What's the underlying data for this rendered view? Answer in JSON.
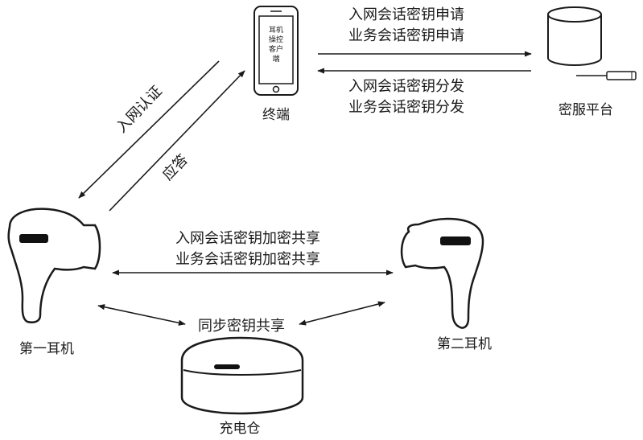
{
  "nodes": {
    "terminal": {
      "label": "终端",
      "screen_lines": [
        "耳机",
        "操控",
        "客户",
        "端"
      ]
    },
    "key_platform": {
      "label": "密服平台"
    },
    "first_earphone": {
      "label": "第一耳机"
    },
    "second_earphone": {
      "label": "第二耳机"
    },
    "charging_case": {
      "label": "充电仓"
    }
  },
  "edges": {
    "request": {
      "line1": "入网会话密钥申请",
      "line2": "业务会话密钥申请"
    },
    "distribute": {
      "line1": "入网会话密钥分发",
      "line2": "业务会话密钥分发"
    },
    "auth": {
      "label": "入网认证"
    },
    "response": {
      "label": "应答"
    },
    "share": {
      "line1": "入网会话密钥加密共享",
      "line2": "业务会话密钥加密共享"
    },
    "sync": {
      "label": "同步密钥共享"
    }
  }
}
